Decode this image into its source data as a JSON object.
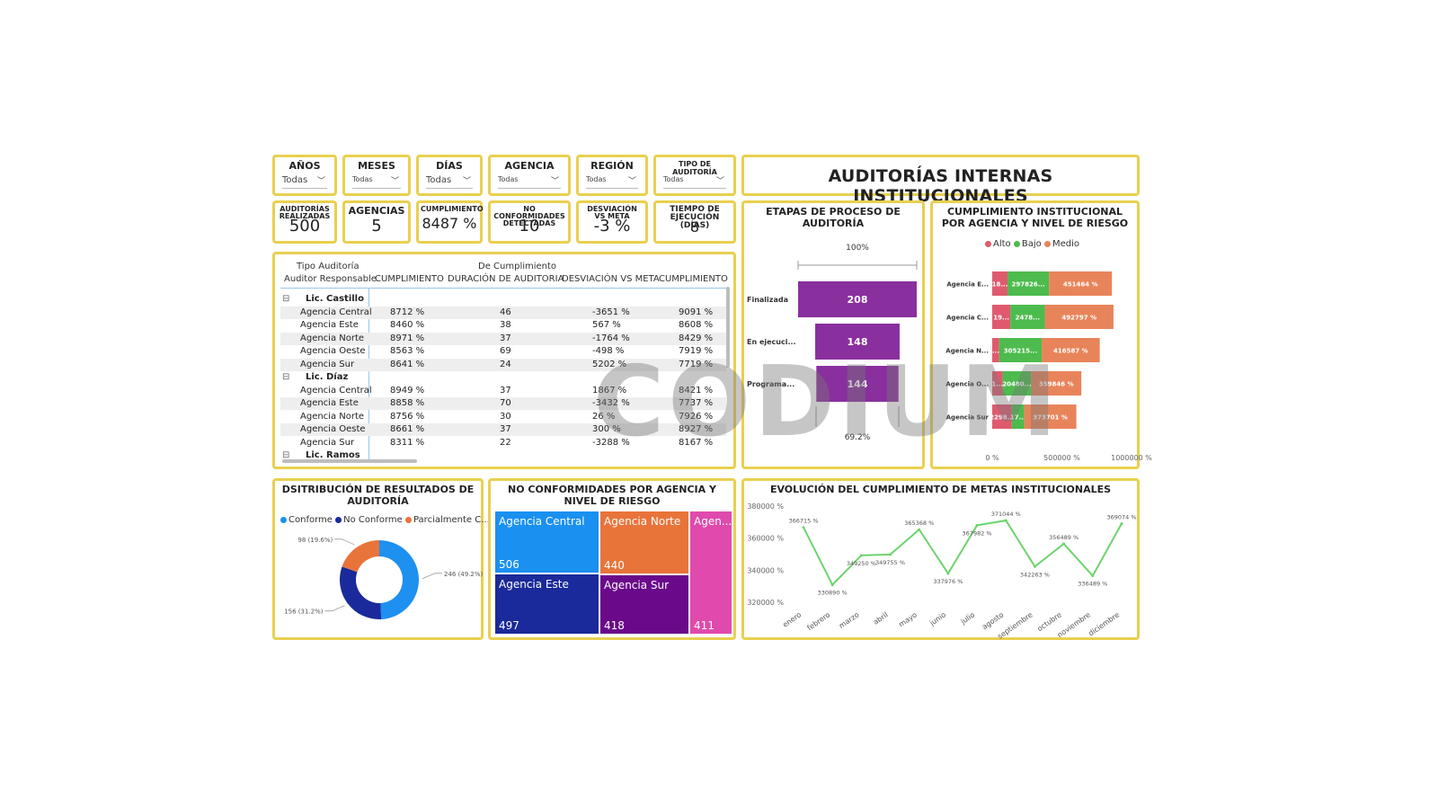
{
  "slicers": [
    {
      "title": "AÑOS",
      "value": "Todas"
    },
    {
      "title": "MESES",
      "value": "Todas"
    },
    {
      "title": "DÍAS",
      "value": "Todas"
    },
    {
      "title": "AGENCIA",
      "value": "Todas"
    },
    {
      "title": "REGIÓN",
      "value": "Todas"
    },
    {
      "title": "TIPO DE AUDITORÍA",
      "value": "Todas"
    }
  ],
  "dashboard_title": "AUDITORÍAS INTERNAS INSTITUCIONALES",
  "kpis": [
    {
      "title": "AUDITORÍAS REALIZADAS",
      "value": "500"
    },
    {
      "title": "AGENCIAS",
      "value": "5"
    },
    {
      "title": "CUMPLIMIENTO",
      "value": "8487 %"
    },
    {
      "title": "NO CONFORMIDADES DETECTADAS",
      "value": "10"
    },
    {
      "title": "DESVIACIÓN VS META",
      "value": "-3 %"
    },
    {
      "title": "TIEMPO DE EJECUCIÓN (DÍAS)",
      "value": "8"
    }
  ],
  "matrix": {
    "row_header_1": "Tipo Auditoría",
    "row_header_2": "Auditor Responsable",
    "group_header": "De Cumplimiento",
    "columns": [
      "CUMPLIMIENTO",
      "DURACIÓN DE AUDITORIA",
      "DESVIACIÓN VS META",
      "CUMPLIMIENTO"
    ],
    "expand_icon": "⊟",
    "groups": [
      {
        "name": "Lic. Castillo",
        "rows": [
          {
            "agency": "Agencia Central",
            "c1": "8712 %",
            "c2": "46",
            "c3": "-3651 %",
            "c4": "9091 %"
          },
          {
            "agency": "Agencia Este",
            "c1": "8460 %",
            "c2": "38",
            "c3": "567 %",
            "c4": "8608 %"
          },
          {
            "agency": "Agencia Norte",
            "c1": "8971 %",
            "c2": "37",
            "c3": "-1764 %",
            "c4": "8429 %"
          },
          {
            "agency": "Agencia Oeste",
            "c1": "8563 %",
            "c2": "69",
            "c3": "-498 %",
            "c4": "7919 %"
          },
          {
            "agency": "Agencia Sur",
            "c1": "8641 %",
            "c2": "24",
            "c3": "5202 %",
            "c4": "7719 %"
          }
        ]
      },
      {
        "name": "Lic. Díaz",
        "rows": [
          {
            "agency": "Agencia Central",
            "c1": "8949 %",
            "c2": "37",
            "c3": "1867 %",
            "c4": "8421 %"
          },
          {
            "agency": "Agencia Este",
            "c1": "8858 %",
            "c2": "70",
            "c3": "-3432 %",
            "c4": "7737 %"
          },
          {
            "agency": "Agencia Norte",
            "c1": "8756 %",
            "c2": "30",
            "c3": "26 %",
            "c4": "7926 %"
          },
          {
            "agency": "Agencia Oeste",
            "c1": "8661 %",
            "c2": "37",
            "c3": "300 %",
            "c4": "8927 %"
          },
          {
            "agency": "Agencia Sur",
            "c1": "8311 %",
            "c2": "22",
            "c3": "-3288 %",
            "c4": "8167 %"
          }
        ]
      },
      {
        "name": "Lic. Ramos",
        "rows": []
      }
    ]
  },
  "watermark": "CODIUM",
  "chart_data": [
    {
      "type": "funnel",
      "title": "ETAPAS DE PROCESO DE AUDITORÍA",
      "categories": [
        "Finalizada",
        "En ejecuci...",
        "Programa..."
      ],
      "values": [
        208,
        148,
        144
      ],
      "top_label": "100%",
      "bottom_label": "69.2%",
      "color": "#8a2f9e"
    },
    {
      "type": "bar",
      "orientation": "horizontal",
      "stacked": true,
      "title": "CUMPLIMIENTO INSTITUCIONAL POR AGENCIA Y NIVEL DE RIESGO",
      "categories": [
        "Agencia E...",
        "Agencia C...",
        "Agencia N...",
        "Agencia O...",
        "Agencia Sur"
      ],
      "series": [
        {
          "name": "Alto",
          "color": "#e05a6e",
          "values": [
            110000,
            130000,
            50000,
            75000,
            140000
          ],
          "labels": [
            "18...",
            "19...",
            "...",
            "1...",
            "2298..."
          ]
        },
        {
          "name": "Bajo",
          "color": "#4dbb4d",
          "values": [
            297826,
            247800,
            305215,
            204800,
            90000
          ],
          "labels": [
            "297826...",
            "2478...",
            "305215...",
            "20480...",
            "17..."
          ]
        },
        {
          "name": "Medio",
          "color": "#e8845a",
          "values": [
            451464,
            492797,
            416587,
            359846,
            373701
          ],
          "labels": [
            "451464 %",
            "492797 %",
            "416587 %",
            "359846 %",
            "373701 %"
          ]
        }
      ],
      "xlim": [
        0,
        1000000
      ],
      "xticks": [
        "0 %",
        "500000 %",
        "1000000 %"
      ],
      "legend": "top"
    },
    {
      "type": "pie",
      "donut": true,
      "title": "DSITRIBUCIÓN DE RESULTADOS DE AUDITORÍA",
      "categories": [
        "Conforme",
        "No Conforme",
        "Parcialmente C..."
      ],
      "values": [
        246,
        156,
        98
      ],
      "labels": [
        "246 (49.2%)",
        "156 (31.2%)",
        "98 (19.6%)"
      ],
      "colors": [
        "#1e90f0",
        "#1a2a9a",
        "#e8743a"
      ],
      "legend": "top"
    },
    {
      "type": "treemap",
      "title": "NO CONFORMIDADES POR AGENCIA Y NIVEL DE RIESGO",
      "categories": [
        "Agencia Central",
        "Agencia Norte",
        "Agen...",
        "Agencia Este",
        "Agencia Sur"
      ],
      "values": [
        506,
        440,
        411,
        497,
        418
      ],
      "colors": [
        "#1a90f0",
        "#e8743a",
        "#e04aac",
        "#1a2a9a",
        "#6a0a8a"
      ]
    },
    {
      "type": "line",
      "title": "EVOLUCIÓN DEL CUMPLIMIENTO DE METAS INSTITUCIONALES",
      "x": [
        "enero",
        "febrero",
        "marzo",
        "abril",
        "mayo",
        "junio",
        "julio",
        "agosto",
        "septiembre",
        "octubre",
        "noviembre",
        "diciembre"
      ],
      "values": [
        366715,
        330890,
        349250,
        349755,
        365368,
        337976,
        367982,
        371044,
        342263,
        356489,
        336489,
        369074
      ],
      "labels": [
        "366715 %",
        "330890 %",
        "349250 %",
        "349755 %",
        "365368 %",
        "337976 %",
        "367982 %",
        "371044 %",
        "342263 %",
        "356489 %",
        "336489 %",
        "369074 %"
      ],
      "ylim": [
        320000,
        380000
      ],
      "yticks": [
        "320000 %",
        "340000 %",
        "360000 %",
        "380000 %"
      ],
      "color": "#6dd36d"
    }
  ]
}
